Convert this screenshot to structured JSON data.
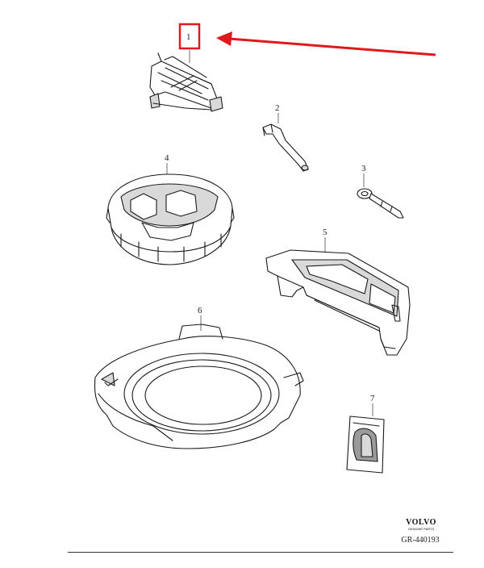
{
  "callouts": {
    "c1": "1",
    "c2": "2",
    "c3": "3",
    "c4": "4",
    "c5": "5",
    "c6": "6",
    "c7": "7"
  },
  "brand": {
    "name": "VOLVO",
    "sub": "GENUINE PARTS"
  },
  "reference": "GR-440193",
  "colors": {
    "highlight": "#e0191c",
    "ink": "#1a1a1a"
  }
}
